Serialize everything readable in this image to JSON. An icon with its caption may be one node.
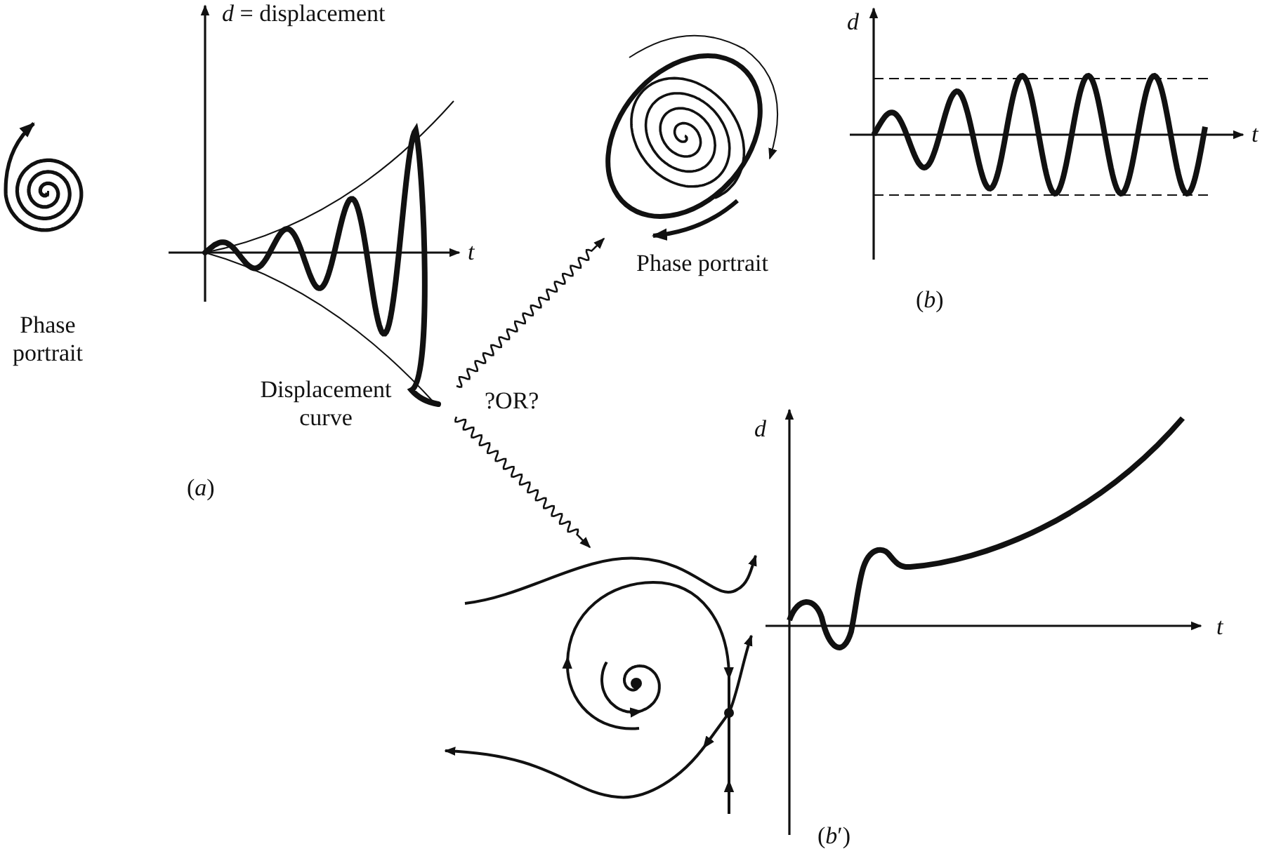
{
  "diagram": {
    "nodes": [
      {
        "text": [
          "Phase portrait"
        ]
      },
      {
        "text": [
          "Displacement curve"
        ]
      },
      {
        "text": [
          "Phase portrait"
        ]
      },
      {
        "text": [],
        "shape": "picture"
      }
    ],
    "edges": [
      {
        "from": 1,
        "to": 2,
        "arrow": "to"
      },
      {
        "from": 1,
        "to": 3,
        "arrow": "to"
      }
    ],
    "labels": [
      "*d* = displacement",
      "d",
      "t",
      "t",
      "(*b*)",
      "(*a*)",
      "?OR?",
      "d",
      "t",
      "(*b*′)"
    ]
  }
}
